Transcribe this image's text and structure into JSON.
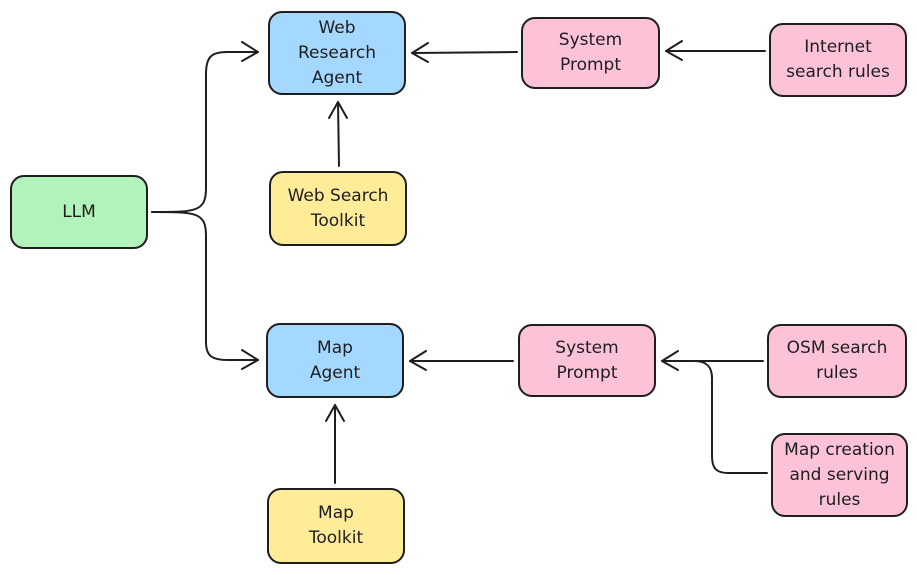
{
  "diagram": {
    "nodes": {
      "llm": "LLM",
      "web_agent": "Web\nResearch\nAgent",
      "web_toolkit": "Web Search\nToolkit",
      "system_prompt_web": "System\nPrompt",
      "internet_rules": "Internet\nsearch rules",
      "map_agent": "Map\nAgent",
      "map_toolkit": "Map\nToolkit",
      "system_prompt_map": "System\nPrompt",
      "osm_rules": "OSM search\nrules",
      "map_creation_rules": "Map creation\nand serving\nrules"
    },
    "colors": {
      "llm": "#b2f2bb",
      "agent": "#a5d8ff",
      "toolkit": "#ffec99",
      "prompt": "#fcc2d7",
      "stroke": "#1e1e1e"
    },
    "edges": [
      {
        "from": "llm",
        "to": "web_agent"
      },
      {
        "from": "llm",
        "to": "map_agent"
      },
      {
        "from": "web_toolkit",
        "to": "web_agent"
      },
      {
        "from": "system_prompt_web",
        "to": "web_agent"
      },
      {
        "from": "internet_rules",
        "to": "system_prompt_web"
      },
      {
        "from": "map_toolkit",
        "to": "map_agent"
      },
      {
        "from": "system_prompt_map",
        "to": "map_agent"
      },
      {
        "from": "osm_rules",
        "to": "system_prompt_map"
      },
      {
        "from": "map_creation_rules",
        "to": "system_prompt_map"
      }
    ]
  }
}
